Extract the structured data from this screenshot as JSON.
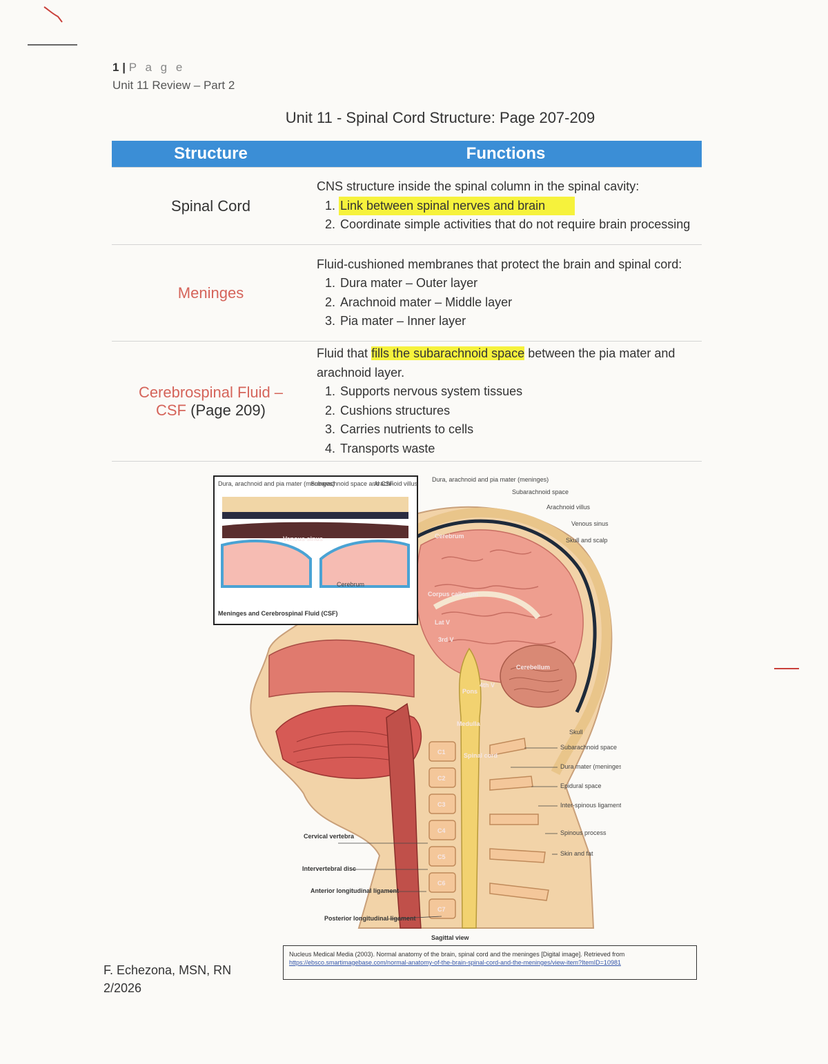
{
  "header": {
    "page_number": "1",
    "page_word": "P a g e",
    "unit_line": "Unit 11 Review – Part 2"
  },
  "title": "Unit 11 - Spinal Cord Structure: Page 207-209",
  "table": {
    "headers": [
      "Structure",
      "Functions"
    ],
    "rows": [
      {
        "structure": "Spinal Cord",
        "intro": "CNS structure inside the spinal column in the spinal cavity:",
        "items": [
          "Link between spinal nerves and brain",
          "Coordinate simple activities that do not require brain processing"
        ]
      },
      {
        "structure": "Meninges",
        "intro": "Fluid-cushioned membranes that protect the brain and spinal cord:",
        "items": [
          "Dura mater – Outer layer",
          "Arachnoid mater – Middle layer",
          "Pia mater – Inner layer"
        ]
      },
      {
        "structure": "Cerebrospinal Fluid –",
        "structure_line2": "CSF",
        "structure_suffix": "(Page 209)",
        "intro_pre": "Fluid that",
        "intro_hl": "fills the subarachnoid space",
        "intro_post": "between the pia mater and arachnoid layer.",
        "items": [
          "Supports nervous system tissues",
          "Cushions structures",
          "Carries nutrients to cells",
          "Transports waste"
        ]
      }
    ]
  },
  "figure": {
    "inset_labels": {
      "meninges": "Dura, arachnoid and pia mater (meninges)",
      "csf": "Subarachnoid space and CSF",
      "villus": "Arachnoid villus",
      "sinus": "Venous sinus",
      "cerebrum": "Cerebrum"
    },
    "inset_caption": "Meninges and Cerebrospinal Fluid (CSF)",
    "labels_top": [
      "Dura, arachnoid and pia mater (meninges)",
      "Subarachnoid space",
      "Arachnoid villus",
      "Venous sinus",
      "Skull and scalp"
    ],
    "labels_inner": [
      "Cerebrum",
      "Corpus callosum",
      "Lat V",
      "3rd V",
      "4th V",
      "Cerebellum",
      "Pons",
      "Medulla",
      "Spinal cord"
    ],
    "labels_right": [
      "Skull",
      "Subarachnoid space",
      "Dura mater (meninges)",
      "Epidural space",
      "Inter-spinous ligament",
      "Spinous process",
      "Skin and fat"
    ],
    "labels_left": [
      "Cervical vertebra",
      "Intervertebral disc",
      "Anterior longitudinal ligament",
      "Posterior longitudinal ligament"
    ],
    "vertebrae": [
      "C1",
      "C2",
      "C3",
      "C4",
      "C5",
      "C6",
      "C7"
    ],
    "view": "Sagittal view"
  },
  "citation": {
    "text": "Nucleus Medical Media (2003). Normal anatomy of the brain, spinal cord and the meninges [Digital image]. Retrieved from",
    "link": "https://ebsco.smartimagebase.com/normal-anatomy-of-the-brain-spinal-cord-and-the-meninges/view-item?ItemID=10981"
  },
  "author": {
    "name": "F. Echezona, MSN, RN",
    "date": "2/2026"
  },
  "colors": {
    "table_header": "#3b8ed6",
    "structure_red": "#d5645a",
    "highlight": "#f6f23c"
  }
}
